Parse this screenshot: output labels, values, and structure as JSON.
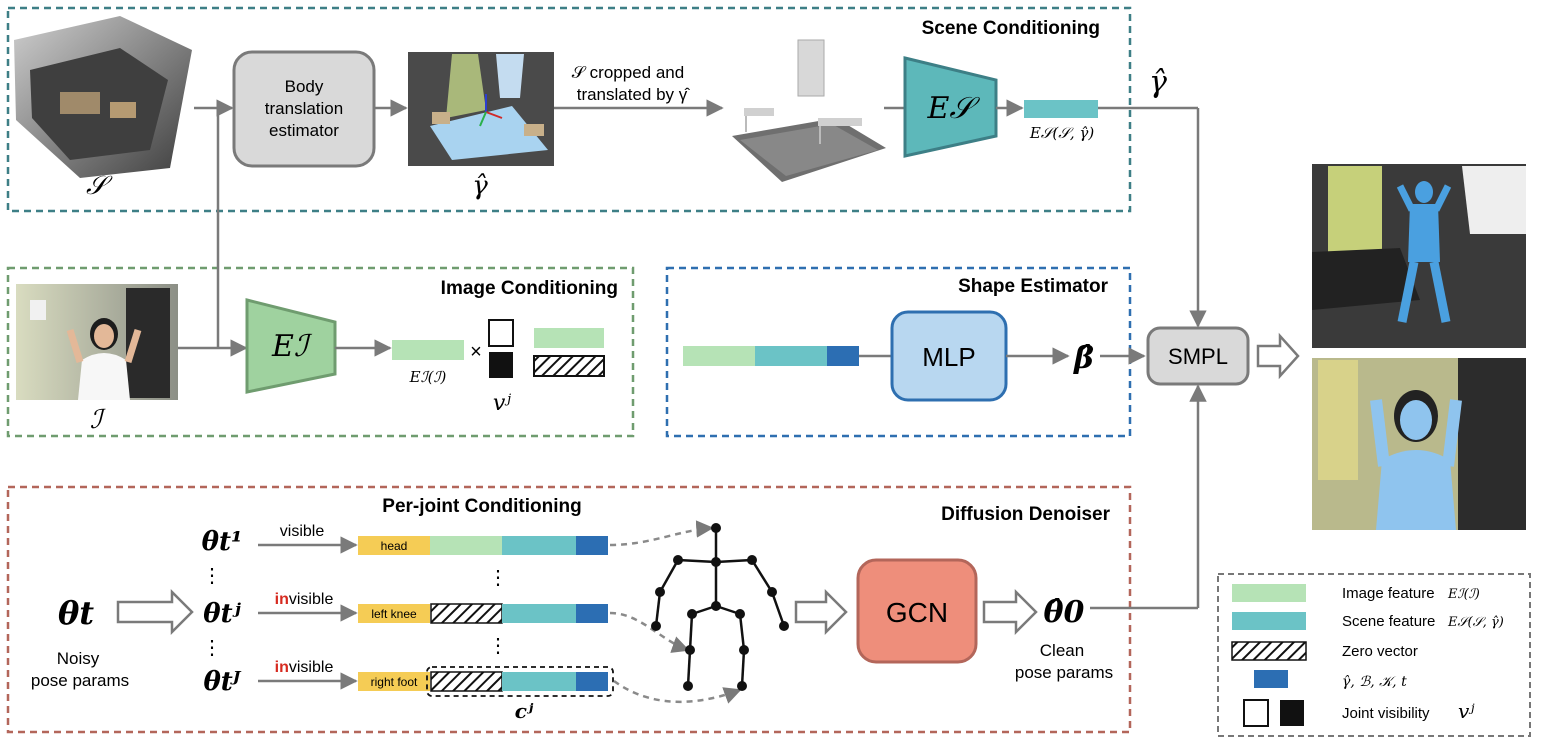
{
  "sections": {
    "scene": {
      "title": "Scene Conditioning"
    },
    "image": {
      "title": "Image Conditioning"
    },
    "shape": {
      "title": "Shape Estimator"
    },
    "denoiser": {
      "title": "Diffusion Denoiser"
    },
    "perjoint": {
      "title": "Per-joint Conditioning"
    }
  },
  "scene": {
    "scene_symbol": "𝒮",
    "body_translation_label": [
      "Body",
      "translation",
      "estimator"
    ],
    "gamma_symbol": "γ̂",
    "cropped_text_1": "𝒮 cropped and",
    "cropped_text_2": "translated by γ̂",
    "encoder_label": "E𝒮",
    "feature_label": "E𝒮(𝒮, γ̂)",
    "gamma_out": "γ̂"
  },
  "image": {
    "image_symbol": "ℐ",
    "encoder_label": "Eℐ",
    "feature_label": "Eℐ(ℐ)",
    "times": "×",
    "visibility_symbol": "vʲ"
  },
  "shape": {
    "mlp_label": "MLP",
    "beta_symbol": "β̂"
  },
  "smpl": {
    "label": "SMPL"
  },
  "denoiser": {
    "theta_t": "θt",
    "noisy_label_1": "Noisy",
    "noisy_label_2": "pose params",
    "theta_1": "θt¹",
    "theta_j": "θtʲ",
    "theta_J": "θtᴶ",
    "vdots": "⋮",
    "row_1_vis": "visible",
    "row_j_vis_prefix": "in",
    "row_j_vis_rest": "visible",
    "row_J_vis_prefix": "in",
    "row_J_vis_rest": "visible",
    "row_1_joint": "head",
    "row_j_joint": "left knee",
    "row_J_joint": "right foot",
    "cj_label": "cʲ",
    "gcn_label": "GCN",
    "theta_0": "θ̂0",
    "clean_label_1": "Clean",
    "clean_label_2": "pose params"
  },
  "legend": {
    "items": [
      {
        "label": "Image feature",
        "math": "Eℐ(ℐ)"
      },
      {
        "label": "Scene feature",
        "math": "E𝒮(𝒮, γ̂)"
      },
      {
        "label": "Zero vector",
        "math": ""
      },
      {
        "label": "",
        "math": "γ̂, ℬ, 𝒦, t"
      },
      {
        "label": "Joint visibility",
        "math": "vʲ"
      }
    ]
  },
  "colors": {
    "scene_border": "#3d7f86",
    "image_border": "#6f9c6f",
    "shape_border": "#2e6fb0",
    "denoiser_border": "#b3665a",
    "image_feature": "#b6e3b6",
    "scene_feature": "#6bc3c6",
    "param_blue": "#2c6eb3",
    "joint_yellow": "#f5cc55",
    "gcn_fill": "#ee8e7b",
    "mlp_fill": "#b8d7f0",
    "encoder_image": "#9fd29f",
    "encoder_scene": "#5db8ba",
    "red_in": "#d62a1f"
  }
}
